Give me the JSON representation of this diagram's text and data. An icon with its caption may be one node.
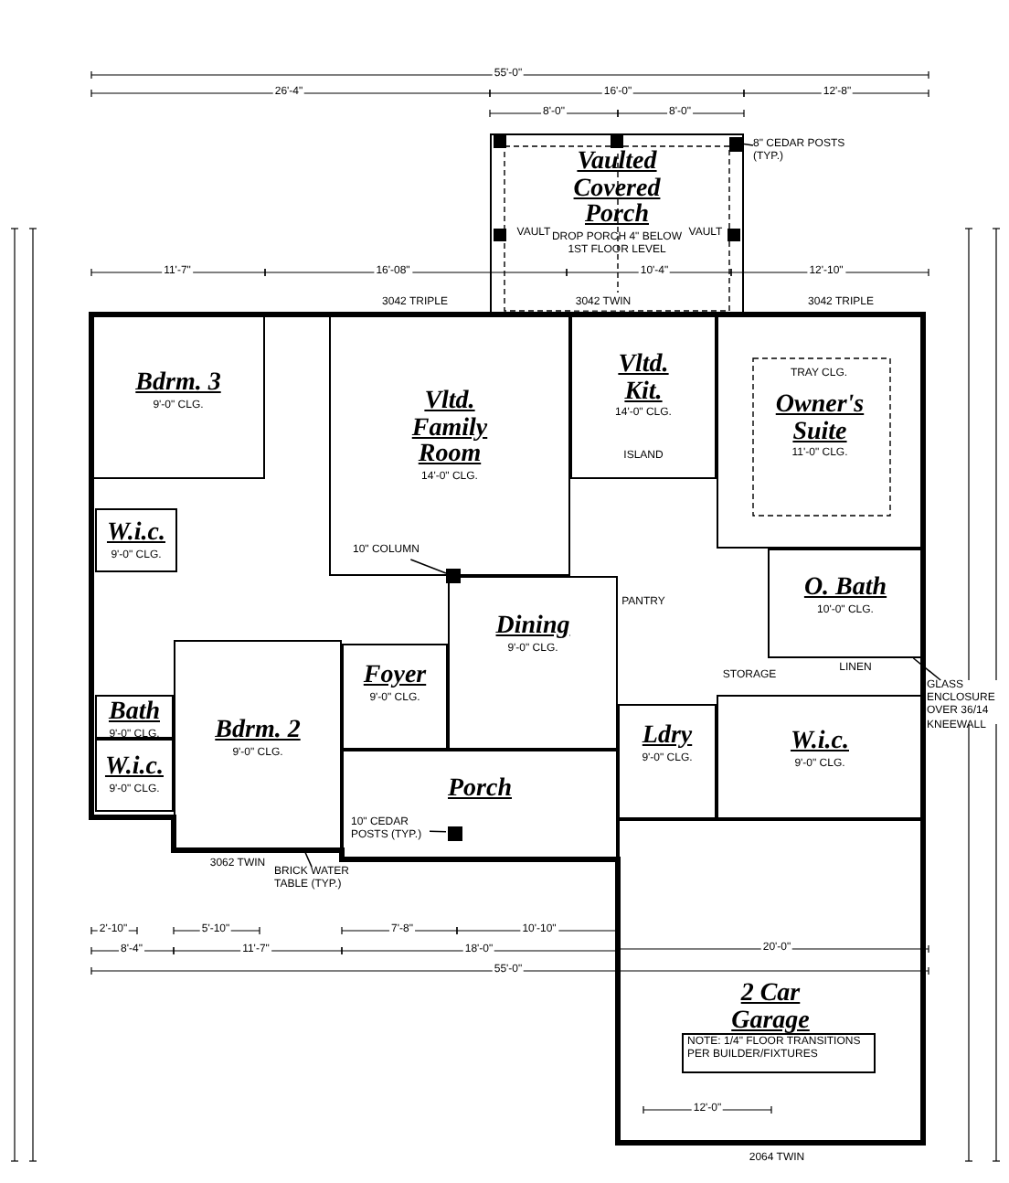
{
  "diagram": {
    "nodes": [
      {
        "text": [
          "Vaulted Covered Porch",
          "DROP PORCH 4\" BELOW 1ST FLOOR LEVEL"
        ]
      },
      {
        "text": [
          "Bdrm. 3",
          "9'-0\" CLG."
        ]
      },
      {
        "text": [
          "Vltd. Family Room",
          "14'-0\" CLG."
        ]
      },
      {
        "text": [
          "Vltd. Kit.",
          "14'-0\" CLG."
        ]
      },
      {
        "text": [
          "Owner's Suite",
          "11'-0\" CLG."
        ]
      },
      {
        "text": [
          "W.i.c.",
          "9'-0\" CLG."
        ]
      },
      {
        "text": [
          "Bath",
          "9'-0\" CLG."
        ]
      },
      {
        "text": [
          "W.i.c.",
          "9'-0\" CLG."
        ]
      },
      {
        "text": [
          "Bdrm. 2",
          "9'-0\" CLG."
        ]
      },
      {
        "text": [
          "Foyer",
          "9'-0\" CLG."
        ]
      },
      {
        "text": [
          "Dining",
          "9'-0\" CLG."
        ]
      },
      {
        "text": [
          "Porch"
        ]
      },
      {
        "text": [
          "O. Bath",
          "10'-0\" CLG."
        ]
      },
      {
        "text": [
          "Ldry",
          "9'-0\" CLG."
        ]
      },
      {
        "text": [
          "W.i.c.",
          "9'-0\" CLG."
        ]
      },
      {
        "text": [
          "2 Car Garage"
        ]
      },
      {
        "text": [
          "NOTE: 1/4\" FLOOR TRANSITIONS PER BUILDER/FIXTURES"
        ],
        "in": 15
      },
      {
        "text": [
          "8\" CEDAR POSTS (TYP.)"
        ]
      },
      {
        "text": [],
        "shape": "box",
        "in": 0
      },
      {
        "text": [
          "10\" COLUMN"
        ],
        "in": 2
      },
      {
        "text": [],
        "shape": "box"
      },
      {
        "text": [
          "10\" CEDAR POSTS (TYP.)"
        ],
        "in": 11
      },
      {
        "text": [],
        "shape": "box",
        "in": 11
      },
      {
        "text": [
          "BRICK WATER TABLE (TYP.)"
        ]
      },
      {
        "text": [
          "GLASS ENCLOSURE OVER 36/14 KNEEWALL"
        ]
      }
    ],
    "edges": [
      {
        "from": 17,
        "to": 18,
        "arrow": "none"
      },
      {
        "from": 19,
        "to": 20,
        "arrow": "none"
      },
      {
        "from": 21,
        "to": 22,
        "arrow": "none"
      },
      {
        "from": 23,
        "to": 8,
        "arrow": "none"
      },
      {
        "from": 24,
        "to": 12,
        "arrow": "none"
      }
    ],
    "labels": [
      "55'-0\"",
      "26'-4\"",
      "16'-0\"",
      "12'-8\"",
      "8'-0\"",
      "8'-0\"",
      "VAULT",
      "VAULT",
      "11'-7\"",
      "16'-08\"",
      "10'-4\"",
      "12'-10\"",
      "3042 TRIPLE",
      "3042 TWIN",
      "3042 TRIPLE",
      "TRAY CLG.",
      "ISLAND",
      "PANTRY",
      "STORAGE",
      "LINEN",
      "3062 TWIN",
      "2'-10\"",
      "5'-10\"",
      "7'-8\"",
      "10'-10\"",
      "8'-4\"",
      "11'-7\"",
      "18'-0\"",
      "20'-0\"",
      "55'-0\"",
      "12'-0\"",
      "2064 TWIN"
    ]
  }
}
